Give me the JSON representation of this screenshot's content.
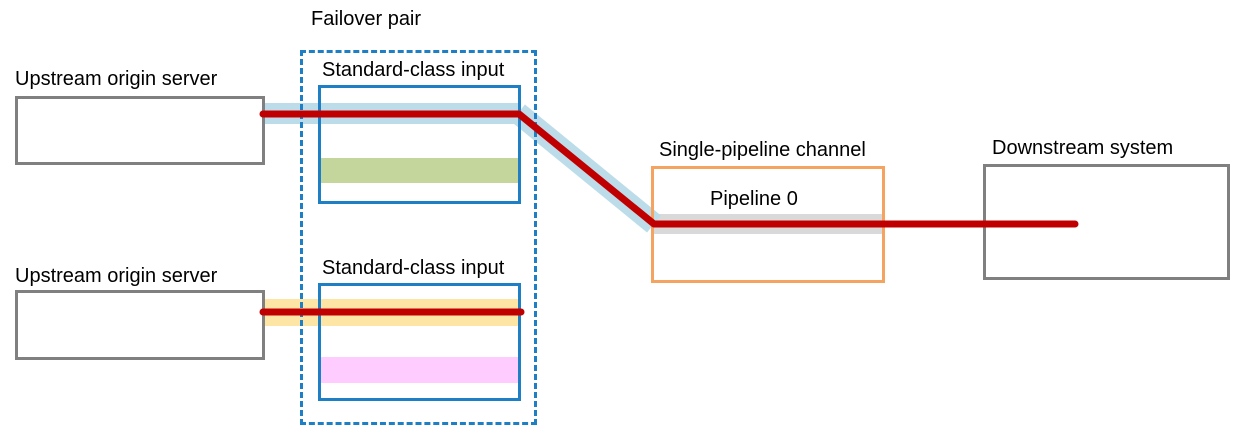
{
  "diagram": {
    "title": "Failover pair routing to single-pipeline channel",
    "labels": {
      "failover_pair": "Failover pair",
      "standard_class_input_top": "Standard-class input",
      "standard_class_input_bottom": "Standard-class input",
      "upstream_origin_server_top": "Upstream origin server",
      "upstream_origin_server_bottom": "Upstream origin server",
      "single_pipeline_channel": "Single-pipeline channel",
      "pipeline_0": "Pipeline 0",
      "downstream_system": "Downstream system"
    },
    "colors": {
      "gray_border": "#808080",
      "blue_border": "#1F7FC4",
      "orange_border": "#F4A460",
      "dashed_border": "#1F7FC4",
      "flow_red": "#C00000",
      "band_light_blue": "#BDDCE9",
      "band_green": "#C4D69B",
      "band_yellow": "#FCE5A5",
      "band_pink": "#FFCCFF",
      "band_gray": "#D9D9D9",
      "background": "#FFFFFF"
    },
    "bands": {
      "top_input_active": "light-blue",
      "top_input_secondary": "green",
      "bottom_input_active": "yellow",
      "bottom_input_secondary": "pink",
      "pipeline_track": "gray"
    },
    "flows": [
      {
        "name": "active-flow-top",
        "from": "upstream-origin-server-top",
        "through": "standard-class-input-top",
        "to": "pipeline-0",
        "highlight": "light-blue",
        "line": "red"
      },
      {
        "name": "standby-flow-bottom",
        "from": "upstream-origin-server-bottom",
        "through": "standard-class-input-bottom",
        "to": "",
        "highlight": "yellow",
        "line": "red"
      },
      {
        "name": "channel-to-downstream",
        "from": "pipeline-0",
        "to": "downstream-system",
        "highlight": "gray",
        "line": "red"
      }
    ]
  }
}
